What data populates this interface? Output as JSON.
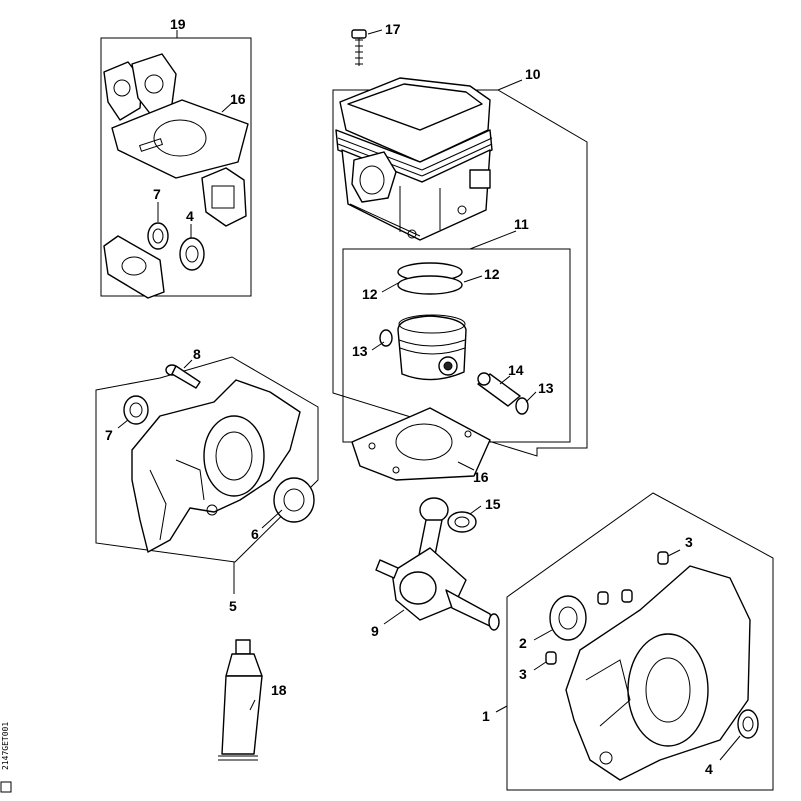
{
  "callouts": {
    "c1": "1",
    "c2": "2",
    "c3a": "3",
    "c3b": "3",
    "c4a": "4",
    "c4b": "4",
    "c5": "5",
    "c6": "6",
    "c7a": "7",
    "c7b": "7",
    "c8": "8",
    "c9": "9",
    "c10": "10",
    "c11": "11",
    "c12a": "12",
    "c12b": "12",
    "c13a": "13",
    "c13b": "13",
    "c14": "14",
    "c15": "15",
    "c16a": "16",
    "c16b": "16",
    "c17": "17",
    "c18": "18",
    "c19": "19"
  },
  "side_code": "2147GET001"
}
